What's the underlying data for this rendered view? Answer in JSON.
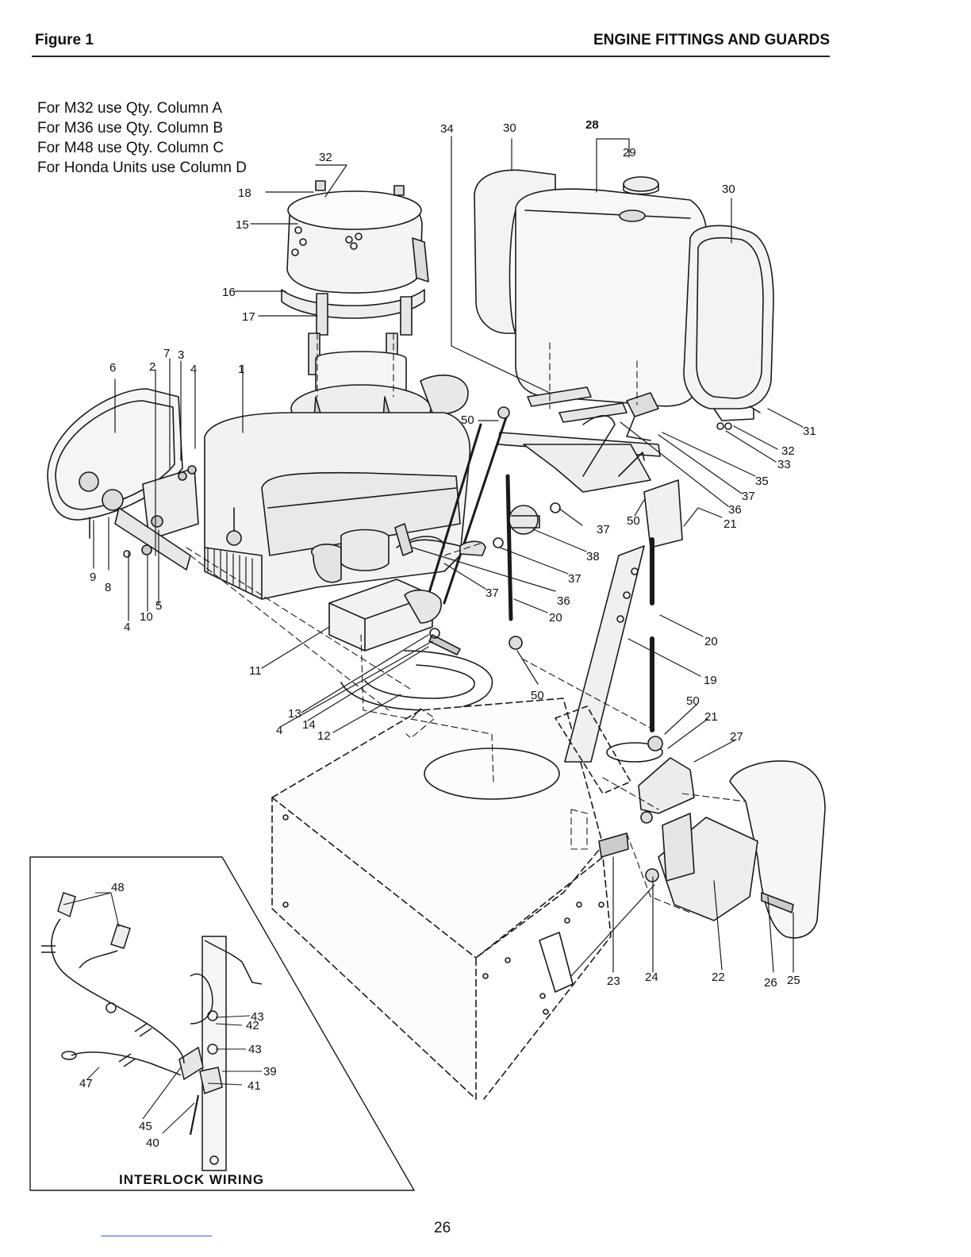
{
  "header": {
    "figure_label": "Figure 1",
    "section_title": "ENGINE FITTINGS AND GUARDS"
  },
  "notes": [
    "For M32 use Qty. Column A",
    "For M36 use Qty. Column B",
    "For M48 use Qty. Column C",
    "For Honda Units use Column D"
  ],
  "callouts": [
    "1",
    "2",
    "3",
    "4",
    "4",
    "4",
    "5",
    "6",
    "7",
    "8",
    "9",
    "10",
    "11",
    "12",
    "13",
    "14",
    "15",
    "16",
    "17",
    "18",
    "19",
    "20",
    "20",
    "21",
    "21",
    "22",
    "23",
    "24",
    "25",
    "26",
    "27",
    "28",
    "29",
    "30",
    "30",
    "31",
    "32",
    "32",
    "33",
    "34",
    "35",
    "36",
    "36",
    "37",
    "37",
    "37",
    "37",
    "38",
    "39",
    "40",
    "41",
    "42",
    "43",
    "43",
    "45",
    "47",
    "48",
    "50",
    "50",
    "50",
    "50",
    "50"
  ],
  "inset": {
    "caption": "INTERLOCK WIRING"
  },
  "page_number": "26"
}
